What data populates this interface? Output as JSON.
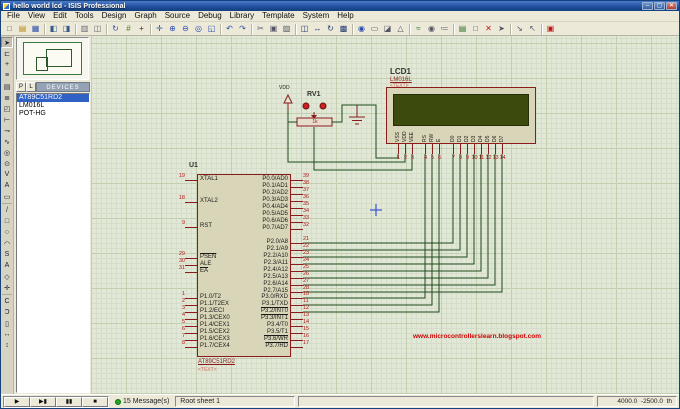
{
  "window": {
    "title": "hello world lcd - ISIS Professional",
    "minimize": "–",
    "maximize": "▢",
    "close": "✕"
  },
  "menu": {
    "items": [
      "File",
      "View",
      "Edit",
      "Tools",
      "Design",
      "Graph",
      "Source",
      "Debug",
      "Library",
      "Template",
      "System",
      "Help"
    ]
  },
  "toolbar": {
    "groups": [
      [
        {
          "n": "new-file-icon",
          "g": "□",
          "c": "#556"
        },
        {
          "n": "open-folder-icon",
          "g": "▤",
          "c": "#b8860b"
        },
        {
          "n": "save-icon",
          "g": "▦",
          "c": "#2a4fae"
        }
      ],
      [
        {
          "n": "import-icon",
          "g": "◧",
          "c": "#3a5a8c"
        },
        {
          "n": "export-icon",
          "g": "◨",
          "c": "#3a5a8c"
        }
      ],
      [
        {
          "n": "print-icon",
          "g": "▥",
          "c": "#667"
        },
        {
          "n": "mark-area-icon",
          "g": "◫",
          "c": "#667"
        }
      ],
      [
        {
          "n": "redraw-icon",
          "g": "↻",
          "c": "#2a4fae"
        },
        {
          "n": "grid-toggle-icon",
          "g": "#",
          "c": "#55772a"
        },
        {
          "n": "origin-icon",
          "g": "+",
          "c": "#333"
        }
      ],
      [
        {
          "n": "pan-icon",
          "g": "✛",
          "c": "#2a4fae"
        },
        {
          "n": "zoom-in-icon",
          "g": "⊕",
          "c": "#2a4fae"
        },
        {
          "n": "zoom-out-icon",
          "g": "⊖",
          "c": "#2a4fae"
        },
        {
          "n": "zoom-all-icon",
          "g": "◎",
          "c": "#2a4fae"
        },
        {
          "n": "zoom-area-icon",
          "g": "◱",
          "c": "#2a4fae"
        }
      ],
      [
        {
          "n": "undo-icon",
          "g": "↶",
          "c": "#2a4fae"
        },
        {
          "n": "redo-icon",
          "g": "↷",
          "c": "#2a4fae"
        }
      ],
      [
        {
          "n": "cut-icon",
          "g": "✂",
          "c": "#556"
        },
        {
          "n": "copy-icon",
          "g": "▣",
          "c": "#556"
        },
        {
          "n": "paste-icon",
          "g": "▨",
          "c": "#556"
        }
      ],
      [
        {
          "n": "block-copy-icon",
          "g": "◫",
          "c": "#223a6e"
        },
        {
          "n": "block-move-icon",
          "g": "↔",
          "c": "#223a6e"
        },
        {
          "n": "block-rotate-icon",
          "g": "↻",
          "c": "#223a6e"
        },
        {
          "n": "block-delete-icon",
          "g": "▩",
          "c": "#223a6e"
        }
      ],
      [
        {
          "n": "pick-device-icon",
          "g": "◉",
          "c": "#2a4fae"
        },
        {
          "n": "make-device-icon",
          "g": "▭",
          "c": "#556"
        },
        {
          "n": "packaging-icon",
          "g": "◪",
          "c": "#556"
        },
        {
          "n": "decompose-icon",
          "g": "△",
          "c": "#556"
        }
      ],
      [
        {
          "n": "autorouter-icon",
          "g": "≈",
          "c": "#2a6e2a"
        },
        {
          "n": "search-tag-icon",
          "g": "◉",
          "c": "#556"
        },
        {
          "n": "property-assign-icon",
          "g": "≔",
          "c": "#556"
        }
      ],
      [
        {
          "n": "design-explorer-icon",
          "g": "▤",
          "c": "#2a6e2a"
        },
        {
          "n": "new-sheet-icon",
          "g": "□",
          "c": "#556"
        },
        {
          "n": "remove-sheet-icon",
          "g": "✕",
          "c": "#c01818"
        },
        {
          "n": "goto-sheet-icon",
          "g": "➤",
          "c": "#556"
        }
      ],
      [
        {
          "n": "zoom-child-icon",
          "g": "↘",
          "c": "#556"
        },
        {
          "n": "zoom-parent-icon",
          "g": "↖",
          "c": "#556"
        }
      ],
      [
        {
          "n": "ares-netlist-icon",
          "g": "▣",
          "c": "#c01818"
        }
      ]
    ]
  },
  "side_toolbar": {
    "icons": [
      {
        "n": "selection-mode-icon",
        "g": "➤",
        "p": true
      },
      {
        "n": "component-mode-icon",
        "g": "⊏"
      },
      {
        "n": "junction-dot-icon",
        "g": "+"
      },
      {
        "n": "wire-label-icon",
        "g": "≡"
      },
      {
        "n": "text-script-icon",
        "g": "▤"
      },
      {
        "n": "bus-icon",
        "g": "≣"
      },
      {
        "n": "subcircuit-icon",
        "g": "◰"
      },
      {
        "n": "terminal-icon",
        "g": "⊢"
      },
      {
        "n": "device-pin-icon",
        "g": "⊸"
      },
      {
        "n": "graph-mode-icon",
        "g": "∿"
      },
      {
        "n": "tape-recorder-icon",
        "g": "◎"
      },
      {
        "n": "generator-icon",
        "g": "⊙"
      },
      {
        "n": "voltage-probe-icon",
        "g": "V"
      },
      {
        "n": "current-probe-icon",
        "g": "A"
      },
      {
        "n": "virtual-instrument-icon",
        "g": "▭"
      },
      {
        "n": "line-2d-icon",
        "g": "/"
      },
      {
        "n": "box-2d-icon",
        "g": "□"
      },
      {
        "n": "circle-2d-icon",
        "g": "○"
      },
      {
        "n": "arc-2d-icon",
        "g": "◠"
      },
      {
        "n": "path-2d-icon",
        "g": "S"
      },
      {
        "n": "text-2d-icon",
        "g": "A"
      },
      {
        "n": "symbol-2d-icon",
        "g": "◇"
      },
      {
        "n": "marker-2d-icon",
        "g": "✛"
      },
      {
        "n": "rotate-cw-icon",
        "g": "C"
      },
      {
        "n": "rotate-ccw-icon",
        "g": "Ɔ"
      },
      {
        "n": "mirror-icon",
        "g": "▯"
      },
      {
        "n": "flip-h-icon",
        "g": "↔"
      },
      {
        "n": "flip-v-icon",
        "g": "↕"
      }
    ]
  },
  "object_selector": {
    "p_btn": "P",
    "l_btn": "L",
    "header": "DEVICES",
    "devices": [
      {
        "name": "AT89C51RD2",
        "selected": true
      },
      {
        "name": "LM016L",
        "selected": false
      },
      {
        "name": "POT-HG",
        "selected": false
      }
    ]
  },
  "schematic": {
    "u1": {
      "ref": "U1",
      "part": "AT89C51RD2",
      "placeholder": "<TEXT>",
      "left_groups": [
        [
          {
            "num": "19",
            "name": "XTAL1"
          },
          {
            "num": "18",
            "name": "XTAL2"
          },
          {
            "num": "9",
            "name": "RST"
          }
        ],
        [
          {
            "num": "29",
            "name": "PSEN",
            "bar": true
          },
          {
            "num": "30",
            "name": "ALE"
          },
          {
            "num": "31",
            "name": "EA",
            "bar": true
          }
        ],
        [
          {
            "num": "1",
            "name": "P1.0/T2"
          },
          {
            "num": "2",
            "name": "P1.1/T2EX"
          },
          {
            "num": "3",
            "name": "P1.2/ECI"
          },
          {
            "num": "4",
            "name": "P1.3/CEX0"
          },
          {
            "num": "5",
            "name": "P1.4/CEX1"
          },
          {
            "num": "6",
            "name": "P1.5/CEX2"
          },
          {
            "num": "7",
            "name": "P1.6/CEX3"
          },
          {
            "num": "8",
            "name": "P1.7/CEX4"
          }
        ]
      ],
      "right_groups": [
        [
          {
            "num": "39",
            "name": "P0.0/AD0"
          },
          {
            "num": "38",
            "name": "P0.1/AD1"
          },
          {
            "num": "37",
            "name": "P0.2/AD2"
          },
          {
            "num": "36",
            "name": "P0.3/AD3"
          },
          {
            "num": "35",
            "name": "P0.4/AD4"
          },
          {
            "num": "34",
            "name": "P0.5/AD5"
          },
          {
            "num": "33",
            "name": "P0.6/AD6"
          },
          {
            "num": "32",
            "name": "P0.7/AD7"
          }
        ],
        [
          {
            "num": "21",
            "name": "P2.0/A8"
          },
          {
            "num": "22",
            "name": "P2.1/A9"
          },
          {
            "num": "23",
            "name": "P2.2/A10"
          },
          {
            "num": "24",
            "name": "P2.3/A11"
          },
          {
            "num": "25",
            "name": "P2.4/A12"
          },
          {
            "num": "26",
            "name": "P2.5/A13"
          },
          {
            "num": "27",
            "name": "P2.6/A14"
          },
          {
            "num": "28",
            "name": "P2.7/A15"
          }
        ],
        [
          {
            "num": "10",
            "name": "P3.0/RXD"
          },
          {
            "num": "11",
            "name": "P3.1/TXD"
          },
          {
            "num": "12",
            "name": "P3.2/INT0",
            "bar": true
          },
          {
            "num": "13",
            "name": "P3.3/INT1",
            "bar": true
          },
          {
            "num": "14",
            "name": "P3.4/T0"
          },
          {
            "num": "15",
            "name": "P3.5/T1"
          },
          {
            "num": "16",
            "name": "P3.6/WR",
            "bar": true
          },
          {
            "num": "17",
            "name": "P3.7/RD",
            "bar": true
          }
        ]
      ]
    },
    "lcd": {
      "ref": "LCD1",
      "part": "LM016L",
      "placeholder": "<TEXT>",
      "pins": [
        {
          "num": "1",
          "name": "VSS"
        },
        {
          "num": "2",
          "name": "VDD"
        },
        {
          "num": "3",
          "name": "VEE"
        },
        {
          "num": "4",
          "name": "RS"
        },
        {
          "num": "5",
          "name": "RW"
        },
        {
          "num": "6",
          "name": "E"
        },
        {
          "num": "7",
          "name": "D0"
        },
        {
          "num": "8",
          "name": "D1"
        },
        {
          "num": "9",
          "name": "D2"
        },
        {
          "num": "10",
          "name": "D3"
        },
        {
          "num": "11",
          "name": "D4"
        },
        {
          "num": "12",
          "name": "D5"
        },
        {
          "num": "13",
          "name": "D6"
        },
        {
          "num": "14",
          "name": "D7"
        }
      ]
    },
    "rv1": {
      "ref": "RV1",
      "value": "1k"
    },
    "power_label": "VDD",
    "annotation": {
      "text": "www.microcontrollerslearn.blogspot.com",
      "color": "#cc0000"
    },
    "wire_color": "#1d4a1d",
    "component_outline_color": "#8a1c1c"
  },
  "statusbar": {
    "sim_controls": [
      {
        "n": "play-button",
        "g": "▶"
      },
      {
        "n": "step-button",
        "g": "▶▮"
      },
      {
        "n": "pause-button",
        "g": "▮▮"
      },
      {
        "n": "stop-button",
        "g": "■"
      }
    ],
    "message_count": "15 Message(s)",
    "sheet": "Root sheet 1",
    "coords": {
      "x": "4000.0",
      "y": "-2500.0",
      "units": "th"
    }
  }
}
